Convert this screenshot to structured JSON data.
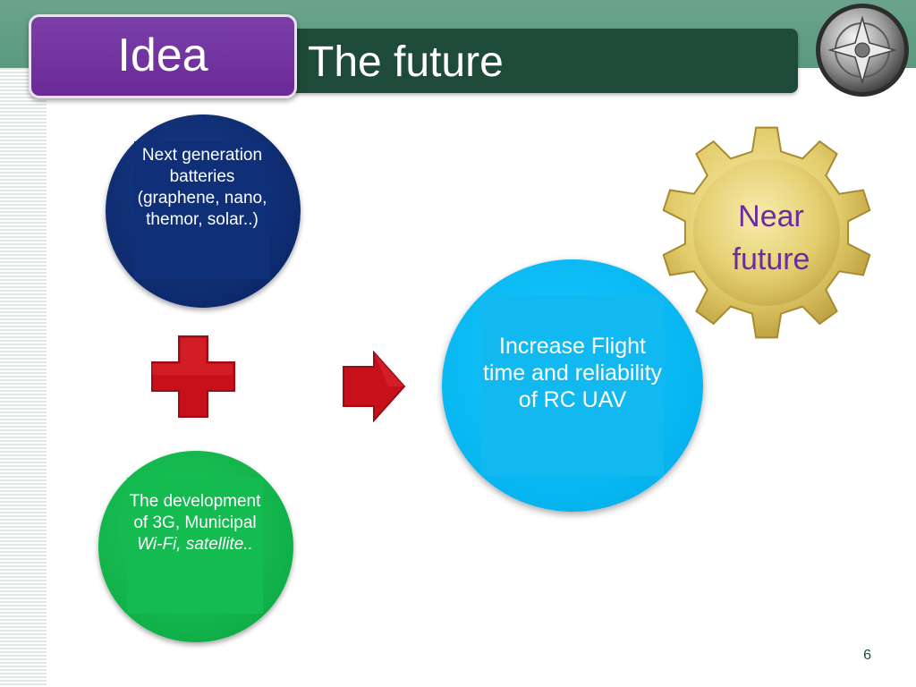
{
  "slide": {
    "section_label": "Idea",
    "title": "The future",
    "page_number": "6"
  },
  "bubbles": {
    "batteries": "Next generation batteries (graphene, nano, themor, solar..)",
    "connectivity_prefix": "The development of 3G, Municipal ",
    "connectivity_italic": "Wi-Fi, satellite..",
    "result": "Increase Flight time and reliability of RC UAV"
  },
  "gear": {
    "label": "Near future"
  },
  "icons": {
    "plus": "plus-icon",
    "arrow": "arrow-right-icon",
    "gear": "gear-icon",
    "logo": "compass-logo-icon"
  },
  "colors": {
    "header_green": "#6aa38c",
    "title_bar": "#1e4a3a",
    "idea_purple": "#7b3fa8",
    "blue_bubble": "#0d2a6e",
    "green_bubble": "#10b048",
    "cyan_bubble": "#06b4ef",
    "red_shape": "#c8101a",
    "gear_gold": "#e8d478",
    "gear_text": "#6a2c9e"
  }
}
